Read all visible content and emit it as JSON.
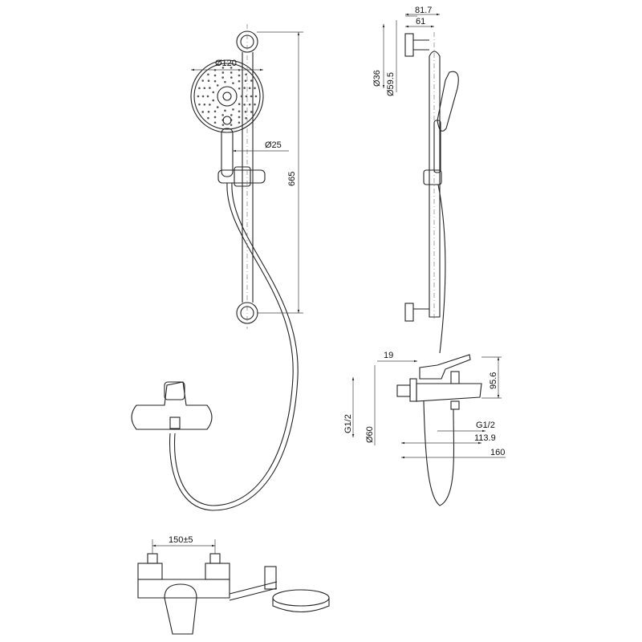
{
  "title": "Bath shower mixer with shower rail set - dimension drawing",
  "dimensions": {
    "bracket_depth": "81.7",
    "bracket_offset": "61",
    "bracket_dia_small": "Ø36",
    "bracket_dia_large": "Ø59.5",
    "head_dia": "Ø120",
    "rail_dia": "Ø25",
    "rail_height": "665",
    "wall_offset": "19",
    "mixer_height": "95.6",
    "inlet_thread": "G1/2",
    "flange_dia": "Ø60",
    "outlet_thread": "G1/2",
    "spout_reach_outlet": "113.9",
    "spout_reach": "160",
    "centers": "150±5"
  }
}
